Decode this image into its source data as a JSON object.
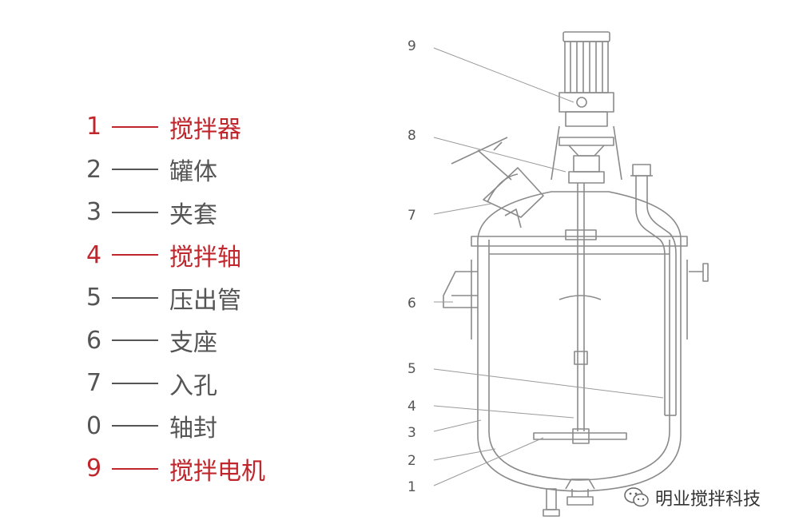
{
  "legend": [
    {
      "number": "1",
      "label": "搅拌器",
      "highlight": true
    },
    {
      "number": "2",
      "label": "罐体",
      "highlight": false
    },
    {
      "number": "3",
      "label": "夹套",
      "highlight": false
    },
    {
      "number": "4",
      "label": "搅拌轴",
      "highlight": true
    },
    {
      "number": "5",
      "label": "压出管",
      "highlight": false
    },
    {
      "number": "6",
      "label": "支座",
      "highlight": false
    },
    {
      "number": "7",
      "label": "入孔",
      "highlight": false
    },
    {
      "number": "0",
      "label": "轴封",
      "highlight": false
    },
    {
      "number": "9",
      "label": "搅拌电机",
      "highlight": true
    }
  ],
  "diagram_labels": [
    "9",
    "8",
    "7",
    "6",
    "5",
    "4",
    "3",
    "2",
    "1"
  ],
  "watermark": {
    "text": "明业搅拌科技",
    "icon": "wechat-icon"
  },
  "colors": {
    "highlight": "#c0272d",
    "text": "#555555",
    "line": "#8a8a8a"
  }
}
